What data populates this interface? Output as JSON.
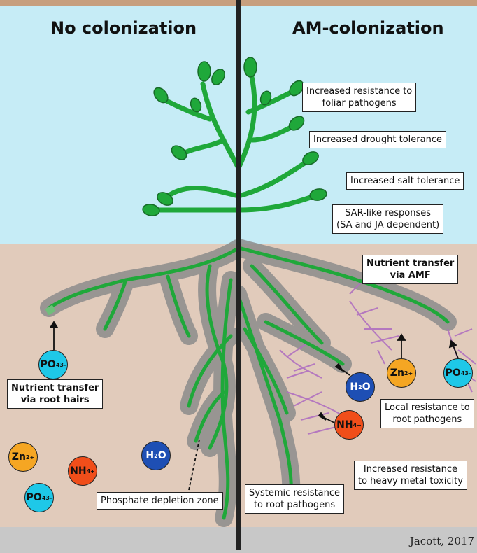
{
  "titles": {
    "left": "No colonization",
    "right": "AM-colonization"
  },
  "labels": {
    "foliar_1": "Increased resistance to",
    "foliar_2": "foliar pathogens",
    "drought": "Increased drought tolerance",
    "salt": "Increased salt tolerance",
    "sar_1": "SAR-like responses",
    "sar_2": "(SA and JA dependent)",
    "amf_1": "Nutrient transfer",
    "amf_2": "via AMF",
    "roothair_1": "Nutrient transfer",
    "roothair_2": "via root hairs",
    "local_1": "Local resistance to",
    "local_2": "root pathogens",
    "metal_1": "Increased resistance",
    "metal_2": "to heavy metal toxicity",
    "systemic_1": "Systemic resistance",
    "systemic_2": "to root pathogens",
    "depletion": "Phosphate depletion zone"
  },
  "ions": {
    "po4": "PO",
    "po4_sub": "4",
    "po4_sup": "3-",
    "zn": "Zn",
    "zn_sup": "2+",
    "nh4": "NH",
    "nh4_sub": "4",
    "nh4_sup": "+",
    "h2o_h": "H",
    "h2o_sub": "2",
    "h2o_o": "O"
  },
  "credit": "Jacott, 2017",
  "colors": {
    "sky": "#c6ecf6",
    "soil": "#e1cbbb",
    "plant": "#1fa83a",
    "depletion": "#8c8c8c",
    "fungi": "#b070c0",
    "divider": "#222222",
    "top_band": "#c79f7e"
  }
}
